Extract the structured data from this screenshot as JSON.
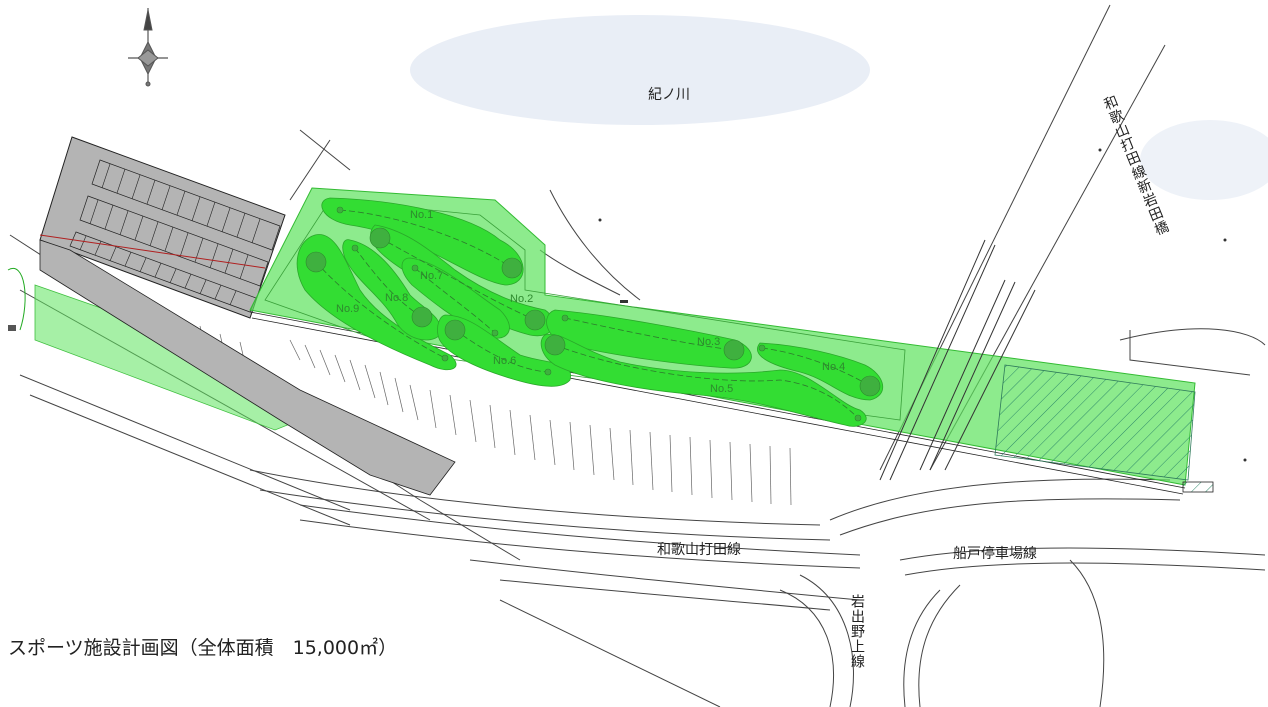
{
  "title": "スポーツ施設計画図（全体面積　15,000㎡）",
  "river": "紀ノ川",
  "roads": {
    "wakayama_uchita": "和歌山打田線",
    "funado": "船戸停車場線",
    "iwade_nogami": "岩出野上線",
    "bridge": "和歌山打田線新岩田橋"
  },
  "holes": [
    "No.1",
    "No.2",
    "No.3",
    "No.4",
    "No.5",
    "No.6",
    "No.7",
    "No.8",
    "No.9"
  ],
  "colors": {
    "park_fill": "#5ce35c",
    "fairway": "#33dd33",
    "green_dot": "#3fb03f",
    "parking": "#b4b4b4",
    "river": "#e8eef6"
  },
  "icons": {
    "north": "compass-rose-icon"
  }
}
